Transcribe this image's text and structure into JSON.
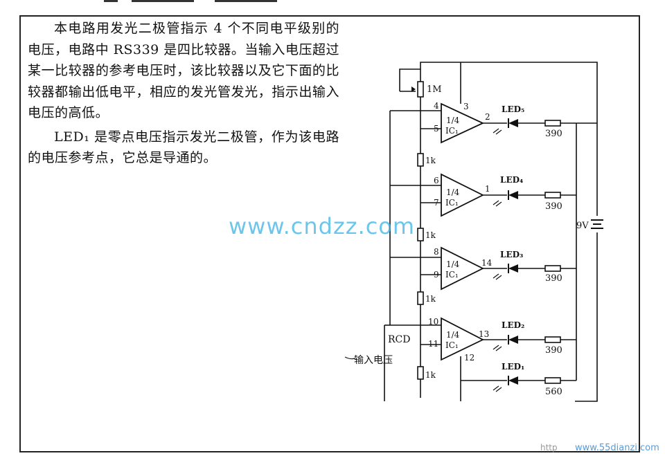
{
  "description": {
    "paragraph1": "本电路用发光二极管指示 4 个不同电平级别的电压，电路中 RS339 是四比较器。当输入电压超过某一比较器的参考电压时，该比较器以及它下面的比较器都输出低电平，相应的发光管发光，指示出输入电压的高低。",
    "paragraph2": "LED₁ 是零点电压指示发光二极管，作为该电路的电压参考点，它总是导通的。"
  },
  "circuit": {
    "pot_label": "1M",
    "divider_resistor_label": "1k",
    "comparator_fraction": "1/4",
    "comparator_name": "IC₁",
    "battery_label": "9V",
    "input_label": "输入电压",
    "rcd_label": "RCD",
    "comparators": [
      {
        "pin_plus": "4",
        "pin_minus": "5",
        "pin_out": "2",
        "pin_extra": "3",
        "led": "LED₅",
        "resistor": "390"
      },
      {
        "pin_plus": "6",
        "pin_minus": "7",
        "pin_out": "1",
        "led": "LED₄",
        "resistor": "390"
      },
      {
        "pin_plus": "8",
        "pin_minus": "9",
        "pin_out": "14",
        "led": "LED₃",
        "resistor": "390"
      },
      {
        "pin_plus": "10",
        "pin_minus": "11",
        "pin_out": "13",
        "pin_extra": "12",
        "led": "LED₂",
        "resistor": "390"
      }
    ],
    "led1": {
      "led": "LED₁",
      "resistor": "560"
    }
  },
  "watermarks": {
    "main": "www.cndzz.com",
    "corner": "www.55dianzi.com",
    "corner_left": "http"
  }
}
